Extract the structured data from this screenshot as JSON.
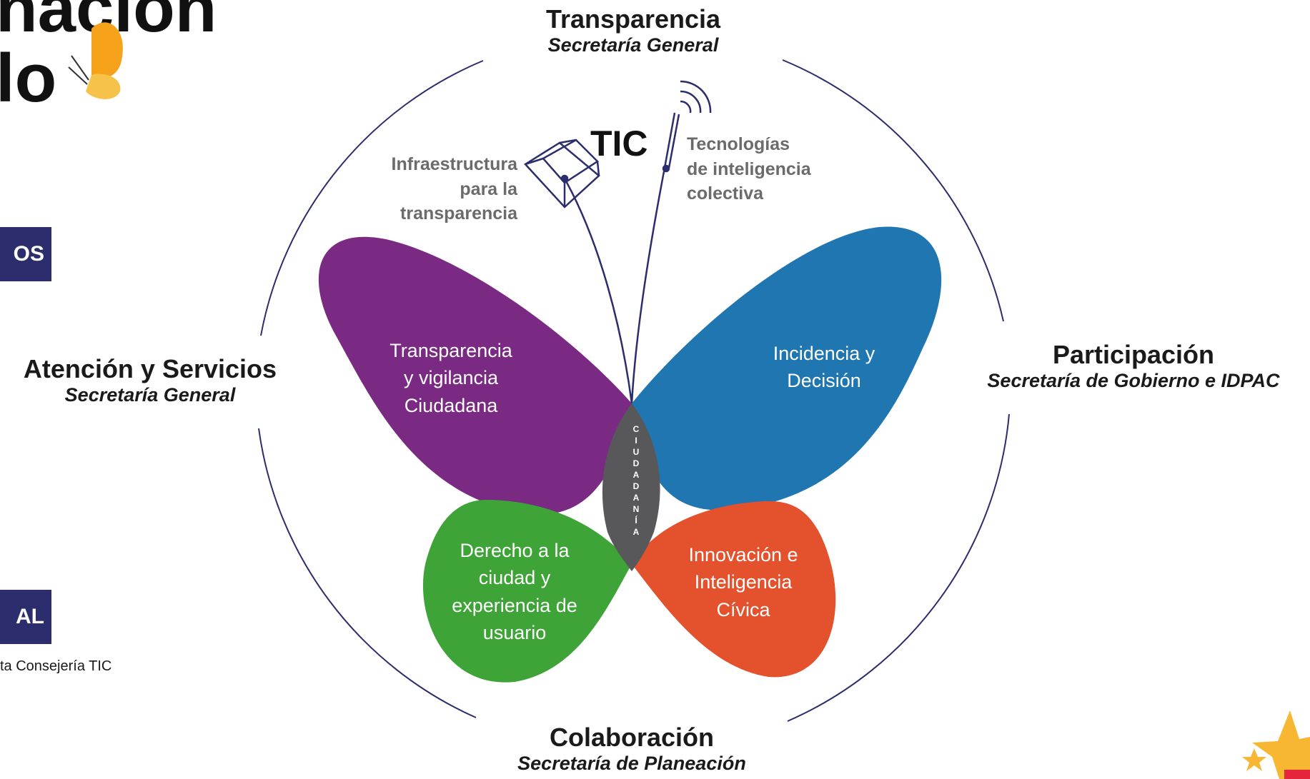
{
  "title_fragments": [
    "nación",
    "lo"
  ],
  "left_panel": {
    "pill_top": "OS",
    "pill_bottom": "AL",
    "note": "ta Consejería TIC"
  },
  "axes": {
    "top": {
      "title": "Transparencia",
      "subtitle": "Secretaría General"
    },
    "left": {
      "title": "Atención y Servicios",
      "subtitle": "Secretaría General"
    },
    "right": {
      "title": "Participación",
      "subtitle": "Secretaría de Gobierno e IDPAC"
    },
    "bottom": {
      "title": "Colaboración",
      "subtitle": "Secretaría de Planeación"
    }
  },
  "antenna": {
    "tic": "TIC",
    "left_label": [
      "Infraestructura",
      "para la",
      "transparencia"
    ],
    "right_label": [
      "Tecnologías",
      "de inteligencia",
      "colectiva"
    ]
  },
  "wings": {
    "top_left": {
      "lines": [
        "Transparencia",
        "y vigilancia",
        "Ciudadana"
      ],
      "color": "#7a2a82"
    },
    "top_right": {
      "lines": [
        "Incidencia y",
        "Decisión"
      ],
      "color": "#1f76b0"
    },
    "bottom_left": {
      "lines": [
        "Derecho a la",
        "ciudad y",
        "experiencia de",
        "usuario"
      ],
      "color": "#3fa438"
    },
    "bottom_right": {
      "lines": [
        "Innovación e",
        "Inteligencia",
        "Cívica"
      ],
      "color": "#e4512d"
    }
  },
  "body": {
    "letters": [
      "C",
      "I",
      "U",
      "D",
      "A",
      "D",
      "A",
      "N",
      "Í",
      "A"
    ],
    "color": "#58585a"
  },
  "colors": {
    "circle": "#2b2d6c",
    "pill": "#2b2d6c",
    "butterfly_icon": "#f7a21b",
    "star": "#f7b733"
  },
  "icons": [
    "butterfly-icon",
    "cube-icon",
    "antenna-icon",
    "star-icon"
  ]
}
